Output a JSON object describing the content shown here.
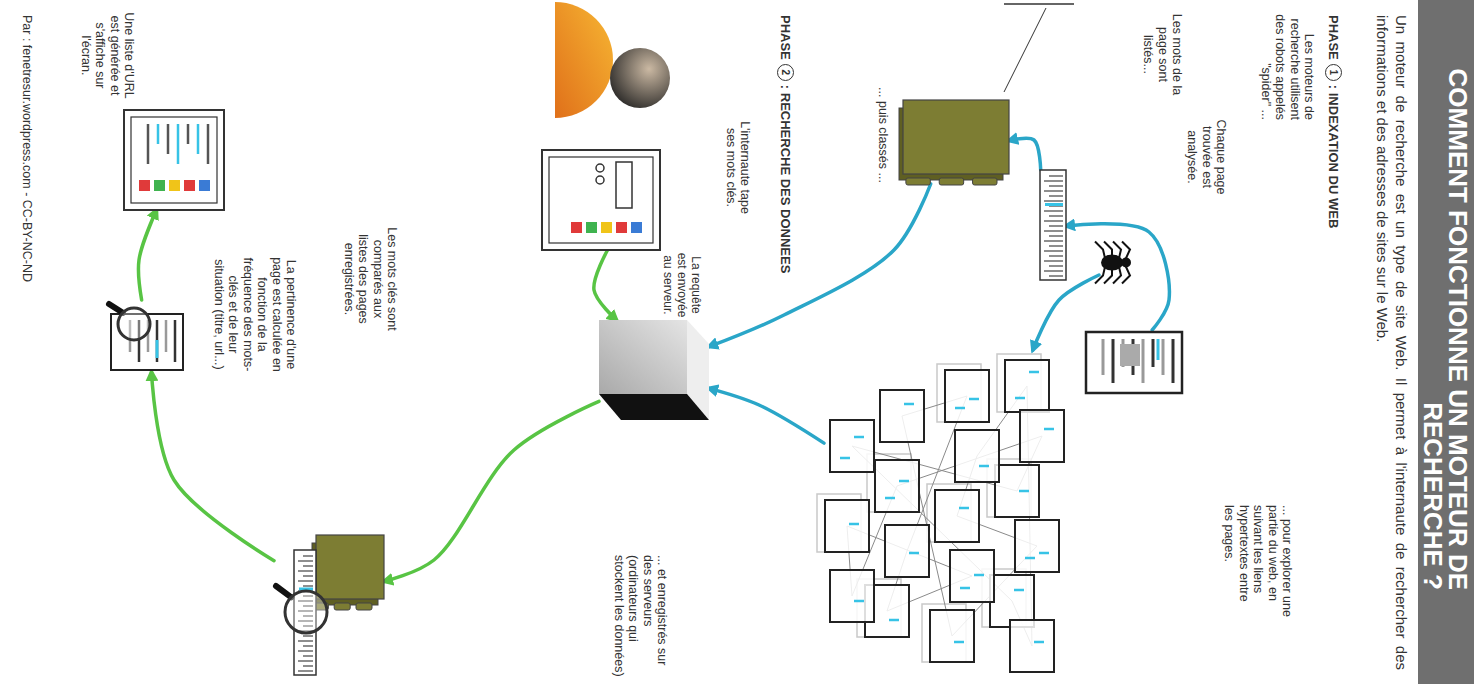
{
  "diagram": {
    "title": "COMMENT FONCTIONNE UN MOTEUR DE RECHERCHE ?",
    "nodes": [
      {
        "text": [
          "Les moteurs de recherche utilisent des robots appelés \"spider\" ..."
        ]
      },
      {
        "text": [
          "... pour explorer une partie du web, en suivant les liens hypertextes entre les pages."
        ]
      },
      {
        "text": [
          "Chaque page trouvée est analysée."
        ]
      },
      {
        "text": [
          "Les mots de la page sont listés..."
        ]
      },
      {
        "text": [
          "... puis classés ..."
        ]
      },
      {
        "text": [
          "... et enregistrés sur des serveurs (ordinateurs qui stockent les données)"
        ]
      },
      {
        "text": [
          "L'internaute tape ses mots clés."
        ]
      },
      {
        "text": [
          "Les mots clés sont comparés aux listes des pages enregistrées."
        ]
      },
      {
        "text": [
          "La pertinence d'une page est calculée en fonction de la fréquence des mots-clés et de leur situation (titre, url...)"
        ]
      },
      {
        "text": [
          "Une liste d'URL est générée et s'affiche sur l'écran."
        ]
      }
    ],
    "edges": [
      {
        "from": 0,
        "to": 1,
        "arrow": "to"
      },
      {
        "from": 2,
        "to": 3,
        "arrow": "to"
      },
      {
        "from": 3,
        "to": 4,
        "arrow": "to"
      },
      {
        "from": 4,
        "to": 5,
        "arrow": "to"
      },
      {
        "from": 1,
        "to": 5,
        "arrow": "to"
      },
      {
        "from": 6,
        "to": 5,
        "label": "La requête est envoyée au serveur.",
        "arrow": "to"
      },
      {
        "from": 5,
        "to": 7,
        "arrow": "to"
      },
      {
        "from": 7,
        "to": 8,
        "arrow": "to"
      },
      {
        "from": 8,
        "to": 9,
        "arrow": "to"
      }
    ],
    "labels": [
      "Un moteur de recherche est un type de site Web. Il permet à l'internaute de rechercher des informations et des adresses de sites sur le Web.",
      "PHASE",
      "1",
      ": INDEXATION DU WEB",
      "PHASE",
      "2",
      ": RECHERCHE DES DONNEES",
      "Par : fenetresur.wordpress.com - CC-BY-NC-ND"
    ]
  }
}
